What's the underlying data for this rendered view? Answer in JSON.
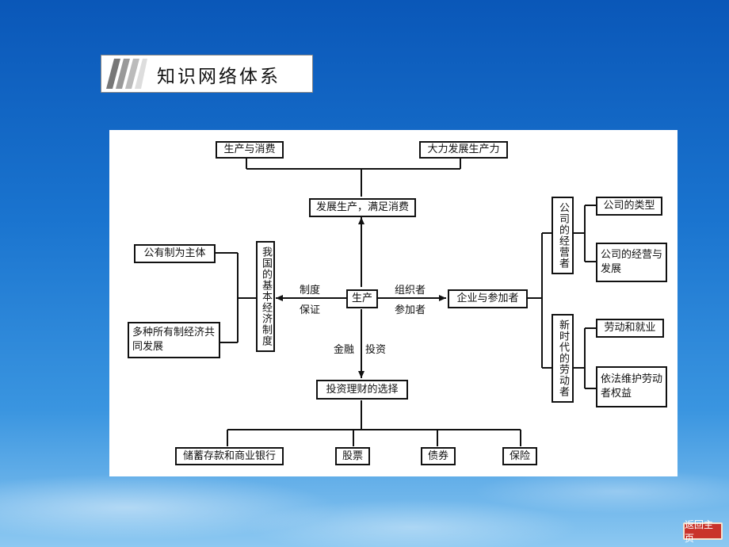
{
  "title": "知识网络体系",
  "diagram": {
    "nodes": {
      "consume": "生产与消费",
      "productivity": "大力发展生产力",
      "develop": "发展生产，满足消费",
      "public_main": "公有制为主体",
      "multi_own": "多种所有制经济共同发展",
      "basic_system": "我国的基本经济制度",
      "production": "生产",
      "enterprise": "企业与参加者",
      "company_ops": "公司的经营者",
      "company_type": "公司的类型",
      "company_dev": "公司的经营与发展",
      "new_workers": "新时代的劳动者",
      "employment": "劳动和就业",
      "rights": "依法维护劳动者权益",
      "invest": "投资理财的选择",
      "savings": "储蓄存款和商业银行",
      "stocks": "股票",
      "bonds": "债券",
      "insurance": "保险"
    },
    "labels": {
      "system": "制度",
      "guarantee": "保证",
      "organizer": "组织者",
      "participant": "参加者",
      "finance": "金融",
      "investment": "投资"
    }
  },
  "nav": {
    "home": "返回主页"
  }
}
